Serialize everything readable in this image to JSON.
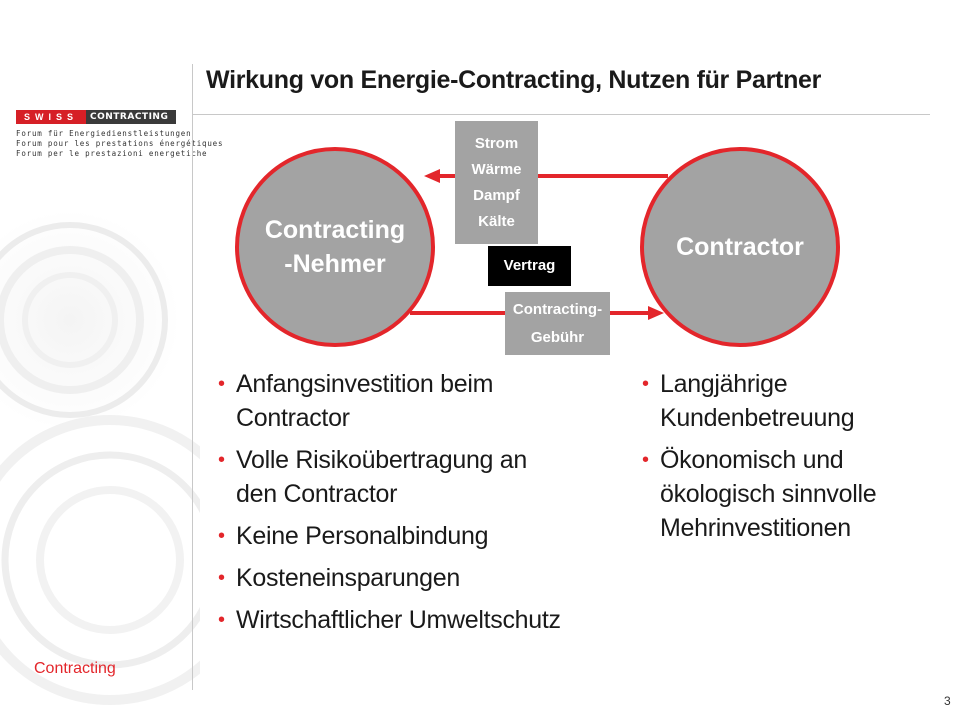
{
  "slide": {
    "title": "Wirkung von Energie-Contracting, Nutzen für Partner",
    "footer": "Contracting",
    "page_number": "3"
  },
  "logo": {
    "brand_left": "SWISS",
    "brand_right": "CONTRACTING",
    "lines": [
      "Forum für Energiedienstleistungen",
      "Forum pour les prestations énergétiques",
      "Forum per le prestazioni energetiche"
    ]
  },
  "diagram": {
    "left_circle": "Contracting\n-Nehmer",
    "right_circle": "Contractor",
    "flow_to_client": "Strom\nWärme\nDampf\nKälte",
    "contract": "Vertrag",
    "flow_to_contractor": "Contracting-\nGebühr",
    "accent_color": "#e3262b",
    "circle_color": "#a3a3a3"
  },
  "benefits": {
    "client": [
      "Anfangsinvestition beim Contractor",
      "Volle Risikoübertragung an den Contractor",
      "Keine Personalbindung",
      "Kosteneinsparungen",
      "Wirtschaftlicher Umweltschutz"
    ],
    "contractor": [
      "Langjährige Kundenbetreuung",
      "Ökonomisch und ökologisch sinnvolle Mehrinvestitionen"
    ]
  }
}
